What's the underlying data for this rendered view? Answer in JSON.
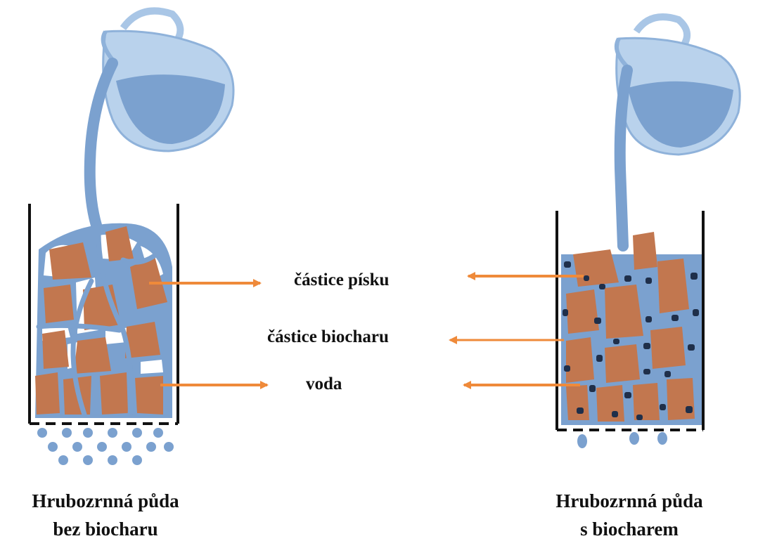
{
  "labels": {
    "sand_particles": "částice písku",
    "biochar_particles": "částice biocharu",
    "water": "voda"
  },
  "captions": {
    "left_line1": "Hrubozrnná půda",
    "left_line2": "bez biocharu",
    "right_line1": "Hrubozrnná půda",
    "right_line2": "s biocharem"
  },
  "colors": {
    "water": "#7ba1cf",
    "jug_glass": "#b9d2ec",
    "sand": "#c2774f",
    "biochar": "#1f2f4a",
    "arrow": "#ef8a3a",
    "container": "#111111"
  }
}
